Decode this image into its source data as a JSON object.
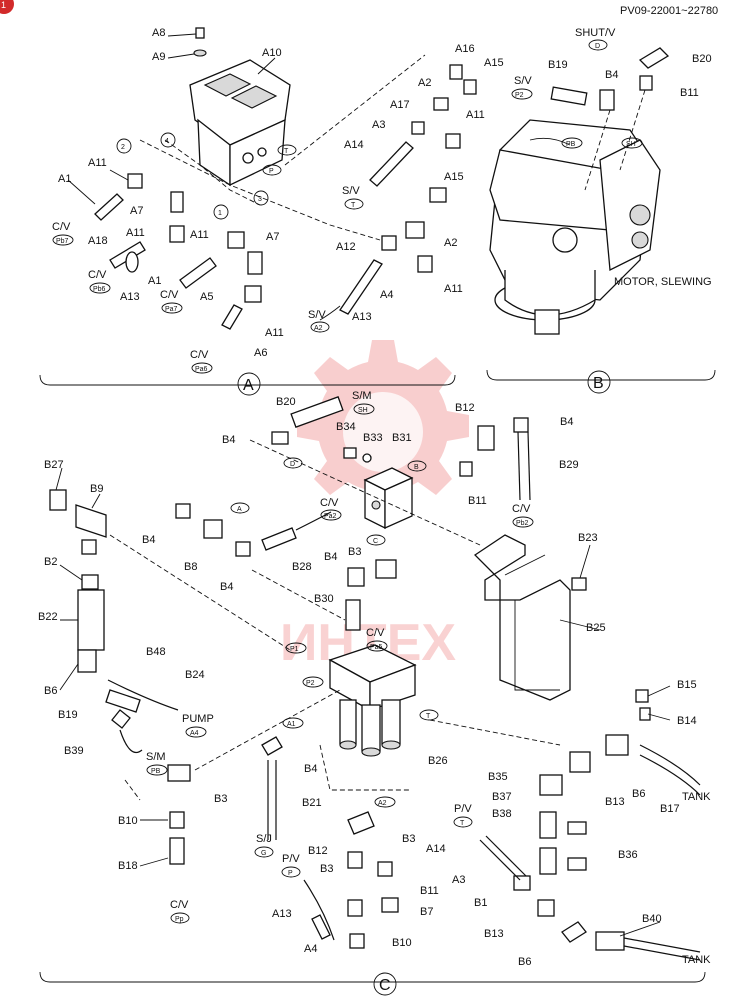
{
  "header": {
    "code": "PV09-22001~22780",
    "marker": "1"
  },
  "watermark": {
    "text": "ИНТЕХ",
    "color": "#f08080"
  },
  "sections": {
    "a": "A",
    "b": "B",
    "c": "C"
  },
  "circled_numbers": [
    "1",
    "2",
    "3",
    "4"
  ],
  "ports": {
    "Pb7": "Pb7",
    "Pb6": "Pb6",
    "Pa7": "Pa7",
    "Pa6": "Pa6",
    "T": "T",
    "P": "P",
    "A2": "A2",
    "D": "D",
    "P2": "P2",
    "PB": "PB",
    "SH": "SH",
    "B": "B",
    "Pb2": "Pb2",
    "A": "A",
    "Pa2": "Pa2",
    "C": "C",
    "P1": "P1",
    "Pa5": "Pa5",
    "A1": "A1",
    "A4": "A4",
    "G": "G",
    "Pp": "Pp"
  },
  "labels": {
    "cv": "C/V",
    "sv": "S/V",
    "shutv": "SHUT/V",
    "sm": "S/M",
    "pv": "P/V",
    "sj": "S/J",
    "pump": "PUMP",
    "tank": "TANK",
    "motor": "MOTOR, SLEWING"
  },
  "parts": {
    "A1": "A1",
    "A2": "A2",
    "A3": "A3",
    "A4": "A4",
    "A5": "A5",
    "A6": "A6",
    "A7": "A7",
    "A8": "A8",
    "A9": "A9",
    "A10": "A10",
    "A11": "A11",
    "A12": "A12",
    "A13": "A13",
    "A14": "A14",
    "A15": "A15",
    "A16": "A16",
    "A17": "A17",
    "A18": "A18",
    "B1": "B1",
    "B2": "B2",
    "B3": "B3",
    "B4": "B4",
    "B6": "B6",
    "B7": "B7",
    "B8": "B8",
    "B9": "B9",
    "B10": "B10",
    "B11": "B11",
    "B12": "B12",
    "B13": "B13",
    "B14": "B14",
    "B15": "B15",
    "B17": "B17",
    "B18": "B18",
    "B19": "B19",
    "B20": "B20",
    "B21": "B21",
    "B22": "B22",
    "B23": "B23",
    "B24": "B24",
    "B25": "B25",
    "B26": "B26",
    "B27": "B27",
    "B28": "B28",
    "B29": "B29",
    "B30": "B30",
    "B31": "B31",
    "B33": "B33",
    "B34": "B34",
    "B35": "B35",
    "B36": "B36",
    "B37": "B37",
    "B38": "B38",
    "B39": "B39",
    "B40": "B40",
    "B48": "B48"
  }
}
